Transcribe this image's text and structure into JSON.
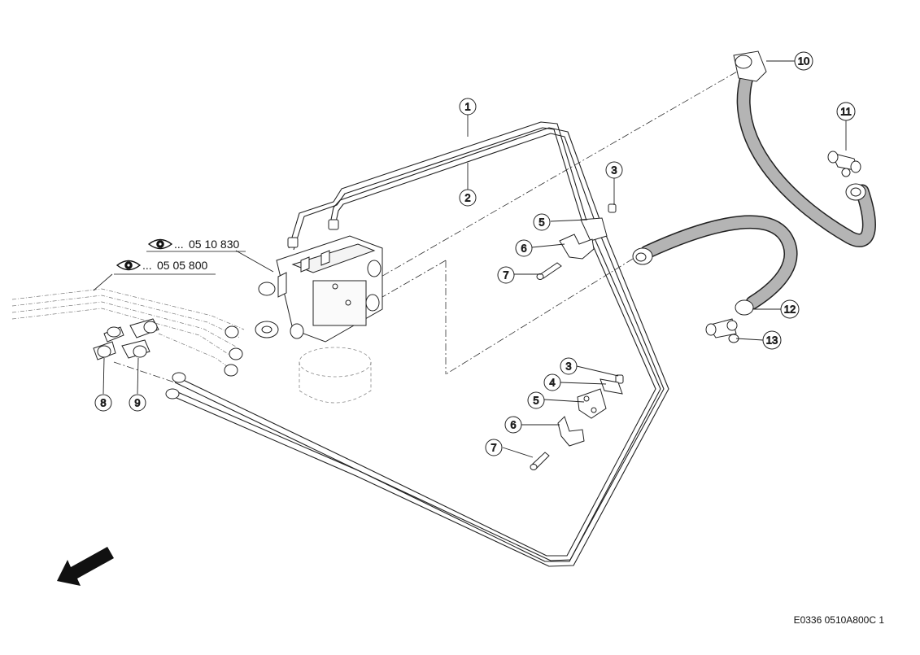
{
  "references": [
    {
      "prefix": "...",
      "number": "05 10 830"
    },
    {
      "prefix": "...",
      "number": "05 05 800"
    }
  ],
  "callouts": [
    "1",
    "2",
    "3",
    "5",
    "6",
    "7",
    "3",
    "4",
    "5",
    "6",
    "7",
    "8",
    "9",
    "10",
    "11",
    "12",
    "13"
  ],
  "drawing_code": "E0336 0510A800C 1",
  "icons": {
    "reference": "eye-icon",
    "direction": "arrow-down-left-icon"
  }
}
